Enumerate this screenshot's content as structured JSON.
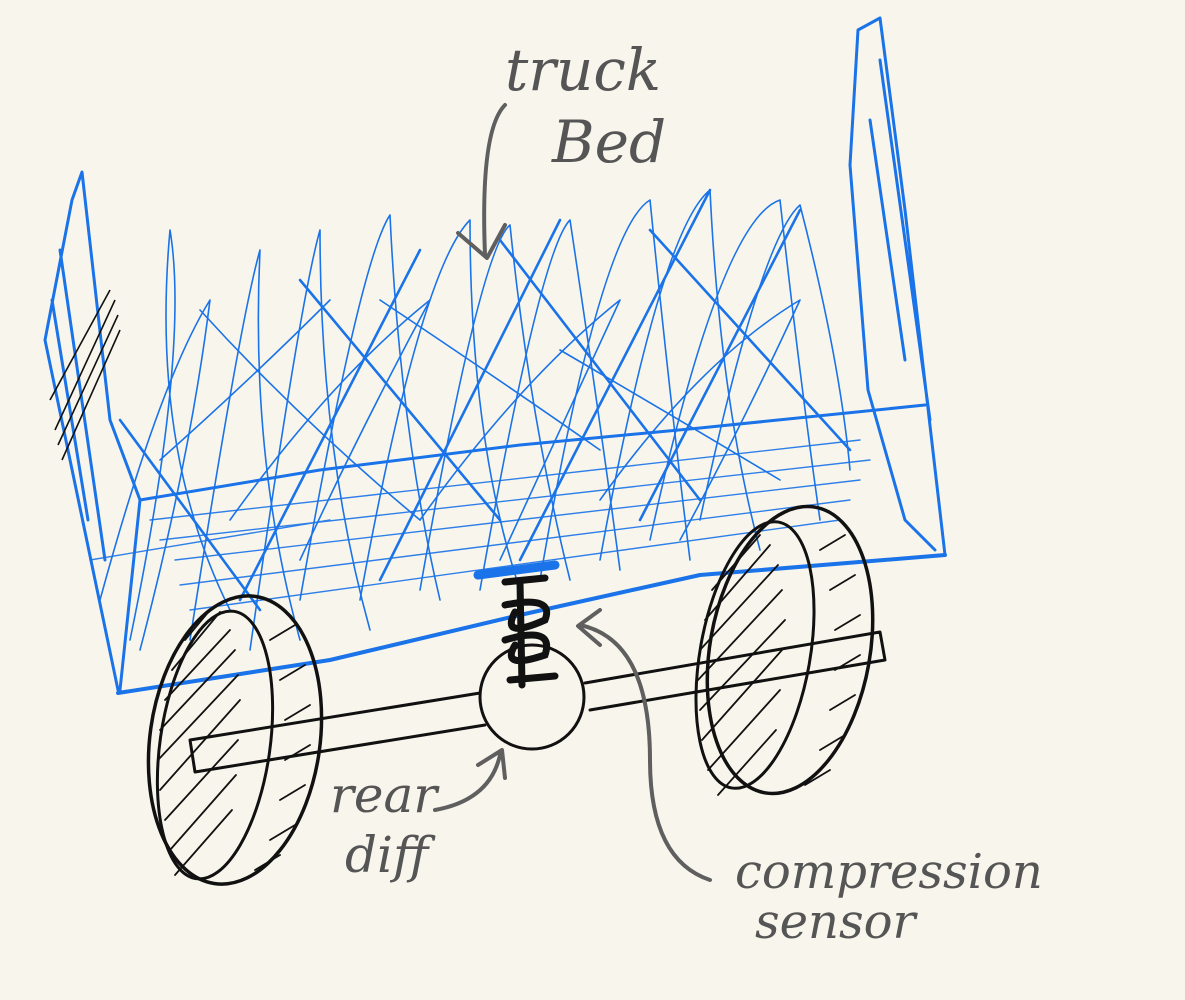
{
  "labels": {
    "truck_bed": [
      "truck",
      "Bed"
    ],
    "rear_diff": [
      "rear",
      "diff"
    ],
    "compression_sensor": [
      "compression",
      "sensor"
    ]
  },
  "colors": {
    "background": "#f8f6ec",
    "bed_sketch": "#1a73e8",
    "ink": "#111111",
    "annotation": "#5f5f5f",
    "sensor_plate": "#1a73e8"
  }
}
